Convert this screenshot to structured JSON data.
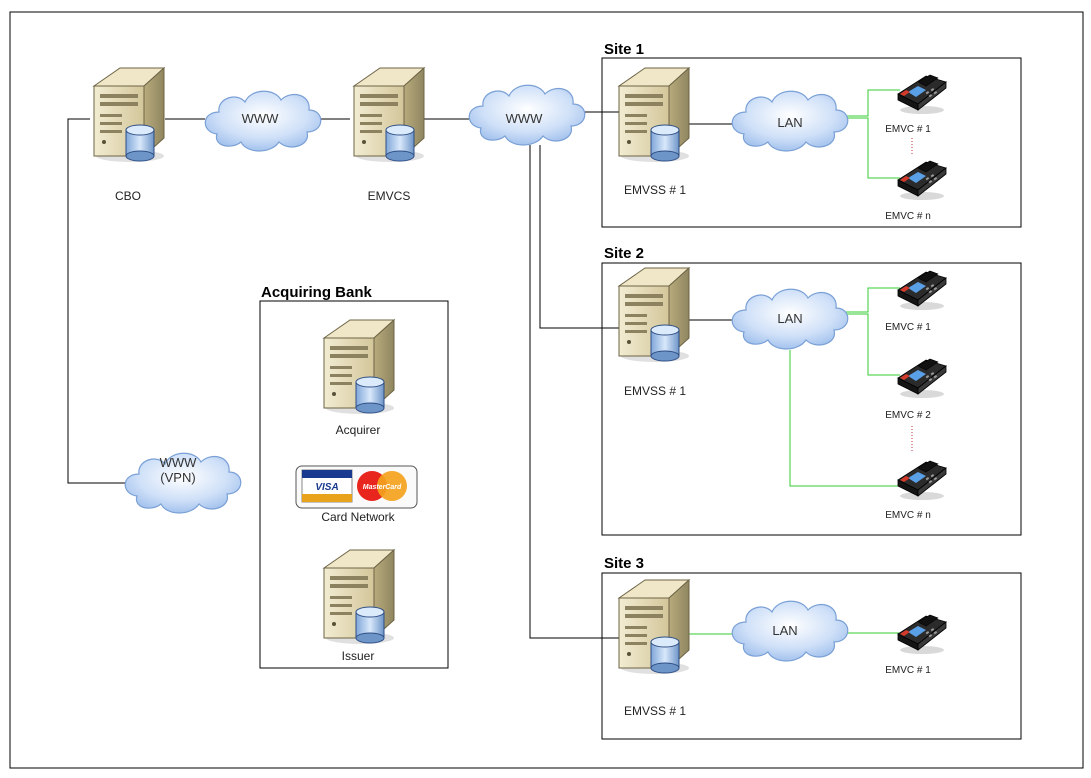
{
  "diagram": {
    "nodes": {
      "cbo": "CBO",
      "emvcs": "EMVCS",
      "www1": "WWW",
      "www2": "WWW",
      "www_vpn": [
        "WWW",
        "(VPN)"
      ]
    },
    "acquiring_bank": {
      "title": "Acquiring Bank",
      "acquirer": "Acquirer",
      "card_network": "Card Network",
      "issuer": "Issuer",
      "visa": "VISA",
      "mastercard": "MasterCard"
    },
    "sites": [
      {
        "title": "Site 1",
        "server": "EMVSS # 1",
        "lan": "LAN",
        "terminals": [
          "EMVC # 1",
          "EMVC # n"
        ]
      },
      {
        "title": "Site 2",
        "server": "EMVSS # 1",
        "lan": "LAN",
        "terminals": [
          "EMVC # 1",
          "EMVC # 2",
          "EMVC # n"
        ]
      },
      {
        "title": "Site 3",
        "server": "EMVSS # 1",
        "lan": "LAN",
        "terminals": [
          "EMVC # 1"
        ]
      }
    ]
  },
  "colors": {
    "line": "#000000",
    "lan_line": "#33cc33",
    "dotted": "#cc3333",
    "cloud": "#b8d4f5",
    "server": "#d9cfa5"
  },
  "icons": {
    "server": "server-icon",
    "cloud": "cloud-icon",
    "terminal": "pos-terminal-icon",
    "card_logos": "card-network-logos"
  }
}
